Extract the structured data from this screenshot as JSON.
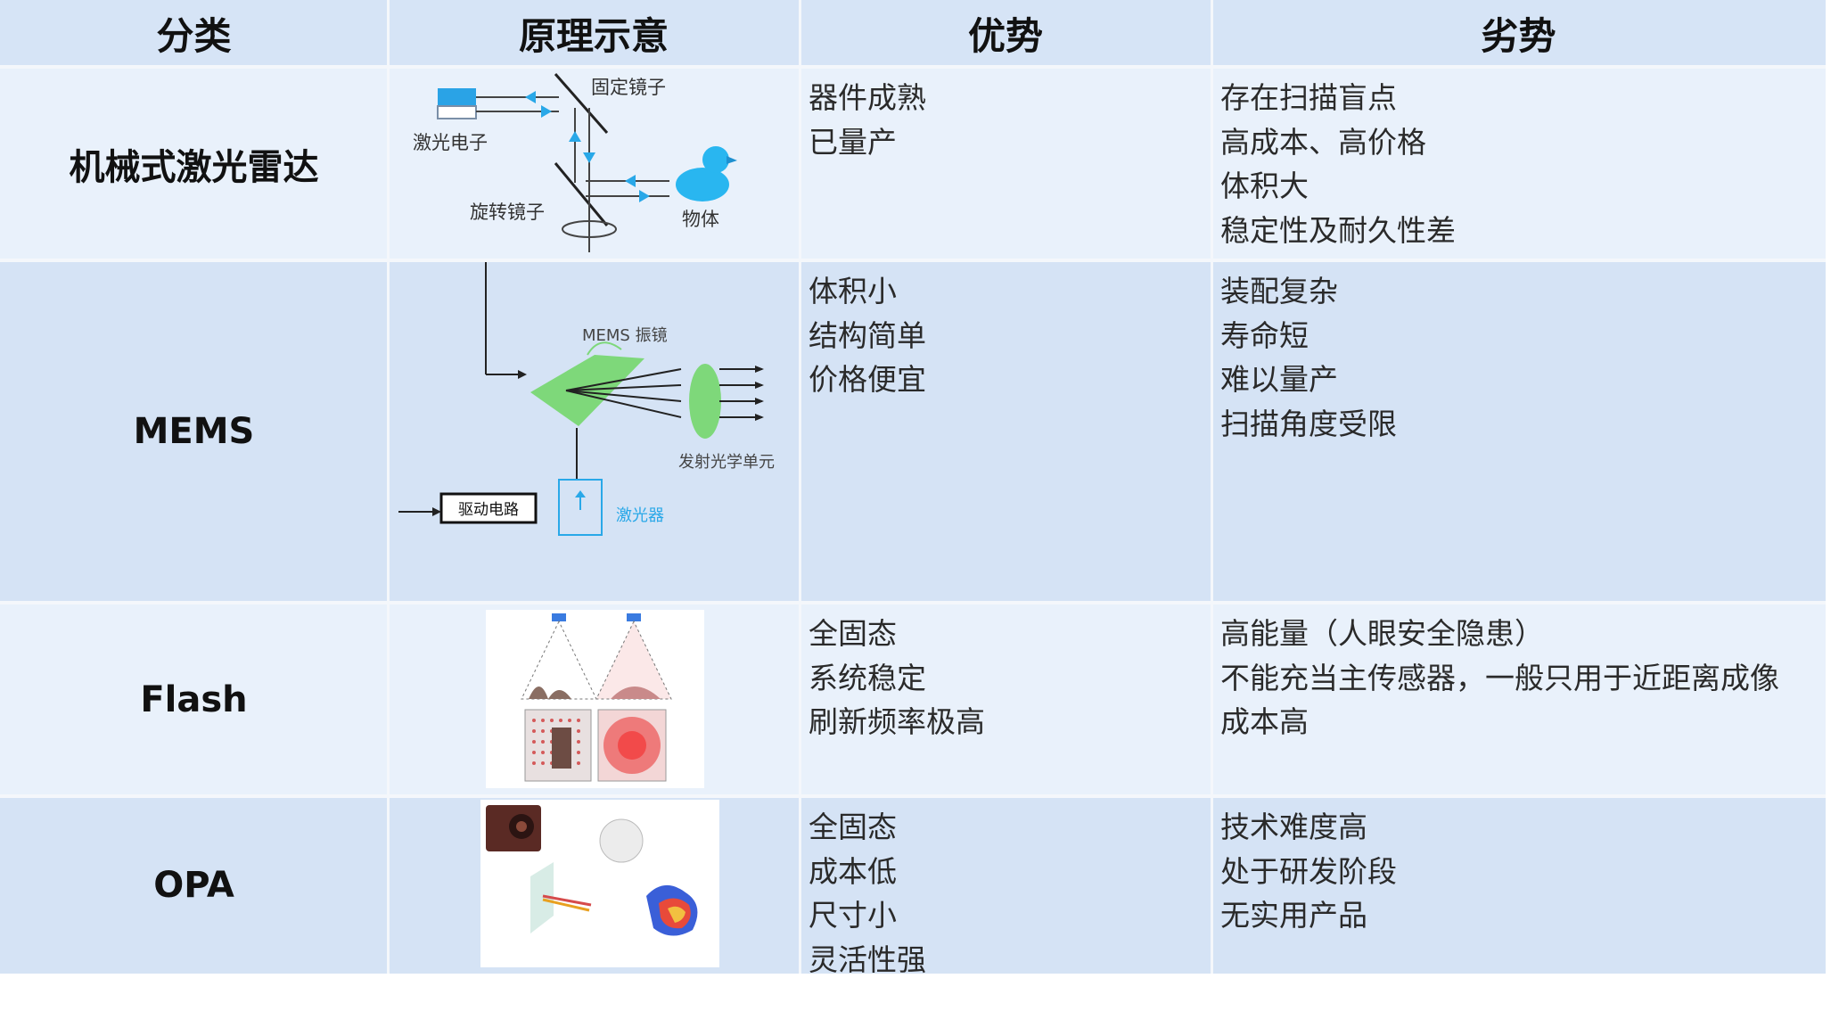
{
  "header": {
    "col1": "分类",
    "col2": "原理示意",
    "col3": "优势",
    "col4": "劣势"
  },
  "rows": [
    {
      "category": "机械式激光雷达",
      "diagram": {
        "fixed_mirror": "固定镜子",
        "laser_emitter": "激光电子",
        "rotating_mirror": "旋转镜子",
        "object": "物体"
      },
      "pros": [
        "器件成熟",
        "已量产"
      ],
      "cons": [
        "存在扫描盲点",
        "高成本、高价格",
        "体积大",
        "稳定性及耐久性差"
      ]
    },
    {
      "category": "MEMS",
      "diagram": {
        "mems_mirror": "MEMS 振镜",
        "optical_unit": "发射光学单元",
        "drive_circuit": "驱动电路",
        "laser": "激光器"
      },
      "pros": [
        "体积小",
        "结构简单",
        "价格便宜"
      ],
      "cons": [
        "装配复杂",
        "寿命短",
        "难以量产",
        "扫描角度受限"
      ]
    },
    {
      "category": "Flash",
      "pros": [
        "全固态",
        "系统稳定",
        "刷新频率极高"
      ],
      "cons": [
        "高能量（人眼安全隐患）",
        "不能充当主传感器，一般只用于近距离成像",
        "成本高"
      ]
    },
    {
      "category": "OPA",
      "pros": [
        "全固态",
        "成本低",
        "尺寸小",
        "灵活性强"
      ],
      "cons": [
        "技术难度高",
        "处于研发阶段",
        "无实用产品"
      ]
    }
  ],
  "colors": {
    "header_bg": "#d6e4f6",
    "row_light": "#e9f1fb",
    "row_dark": "#d5e3f5",
    "accent_blue": "#29a8e8",
    "accent_green": "#7ed87a"
  }
}
